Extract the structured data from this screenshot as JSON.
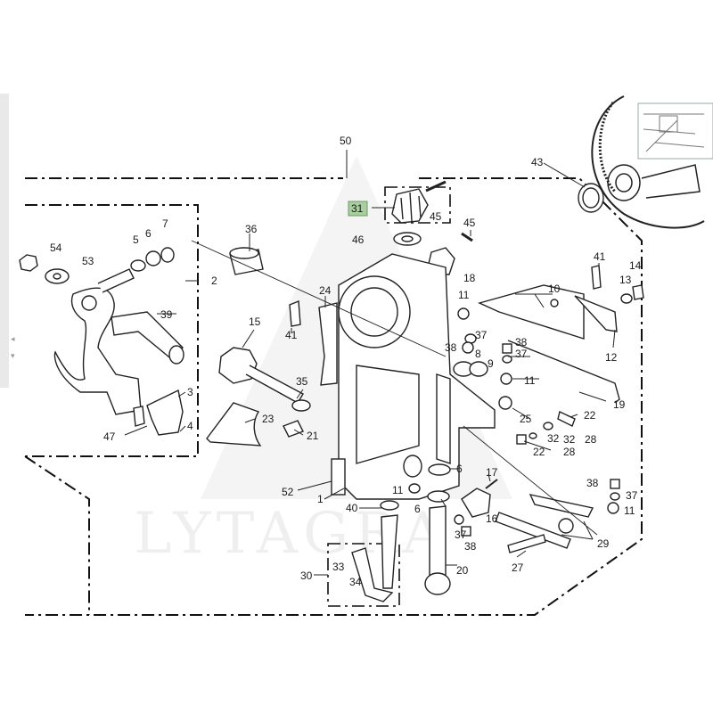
{
  "watermark": "LYTAGRA",
  "highlighted_callout": "31",
  "part_labels": [
    {
      "key": "n50",
      "text": "50"
    },
    {
      "key": "n43",
      "text": "43"
    },
    {
      "key": "n31",
      "text": "31"
    },
    {
      "key": "n45a",
      "text": "45"
    },
    {
      "key": "n45b",
      "text": "45"
    },
    {
      "key": "n46",
      "text": "46"
    },
    {
      "key": "n18",
      "text": "18"
    },
    {
      "key": "n36",
      "text": "36"
    },
    {
      "key": "n54",
      "text": "54"
    },
    {
      "key": "n53",
      "text": "53"
    },
    {
      "key": "n5",
      "text": "5"
    },
    {
      "key": "n6a",
      "text": "6"
    },
    {
      "key": "n7",
      "text": "7"
    },
    {
      "key": "n2",
      "text": "2"
    },
    {
      "key": "n39",
      "text": "39"
    },
    {
      "key": "n3",
      "text": "3"
    },
    {
      "key": "n4",
      "text": "4"
    },
    {
      "key": "n47",
      "text": "47"
    },
    {
      "key": "n15",
      "text": "15"
    },
    {
      "key": "n41a",
      "text": "41"
    },
    {
      "key": "n24",
      "text": "24"
    },
    {
      "key": "n35",
      "text": "35"
    },
    {
      "key": "n23",
      "text": "23"
    },
    {
      "key": "n21",
      "text": "21"
    },
    {
      "key": "n52",
      "text": "52"
    },
    {
      "key": "n1",
      "text": "1"
    },
    {
      "key": "n40",
      "text": "40"
    },
    {
      "key": "n30",
      "text": "30"
    },
    {
      "key": "n33",
      "text": "33"
    },
    {
      "key": "n34",
      "text": "34"
    },
    {
      "key": "n11a",
      "text": "11"
    },
    {
      "key": "n37a",
      "text": "37"
    },
    {
      "key": "n38a",
      "text": "38"
    },
    {
      "key": "n8",
      "text": "8"
    },
    {
      "key": "n9",
      "text": "9"
    },
    {
      "key": "n41b",
      "text": "41"
    },
    {
      "key": "n10",
      "text": "10"
    },
    {
      "key": "n13",
      "text": "13"
    },
    {
      "key": "n14",
      "text": "14"
    },
    {
      "key": "n12",
      "text": "12"
    },
    {
      "key": "n38b",
      "text": "38"
    },
    {
      "key": "n37b",
      "text": "37"
    },
    {
      "key": "n11b",
      "text": "11"
    },
    {
      "key": "n19",
      "text": "19"
    },
    {
      "key": "n25",
      "text": "25"
    },
    {
      "key": "n22a",
      "text": "22"
    },
    {
      "key": "n32a",
      "text": "32"
    },
    {
      "key": "n28a",
      "text": "28"
    },
    {
      "key": "n32b",
      "text": "32"
    },
    {
      "key": "n22b",
      "text": "22"
    },
    {
      "key": "n28b",
      "text": "28"
    },
    {
      "key": "n6b",
      "text": "6"
    },
    {
      "key": "n17",
      "text": "17"
    },
    {
      "key": "n11c",
      "text": "11"
    },
    {
      "key": "n6c",
      "text": "6"
    },
    {
      "key": "n16",
      "text": "16"
    },
    {
      "key": "n37c",
      "text": "37"
    },
    {
      "key": "n38c",
      "text": "38"
    },
    {
      "key": "n20",
      "text": "20"
    },
    {
      "key": "n38d",
      "text": "38"
    },
    {
      "key": "n37d",
      "text": "37"
    },
    {
      "key": "n11d",
      "text": "11"
    },
    {
      "key": "n29",
      "text": "29"
    },
    {
      "key": "n27",
      "text": "27"
    }
  ]
}
